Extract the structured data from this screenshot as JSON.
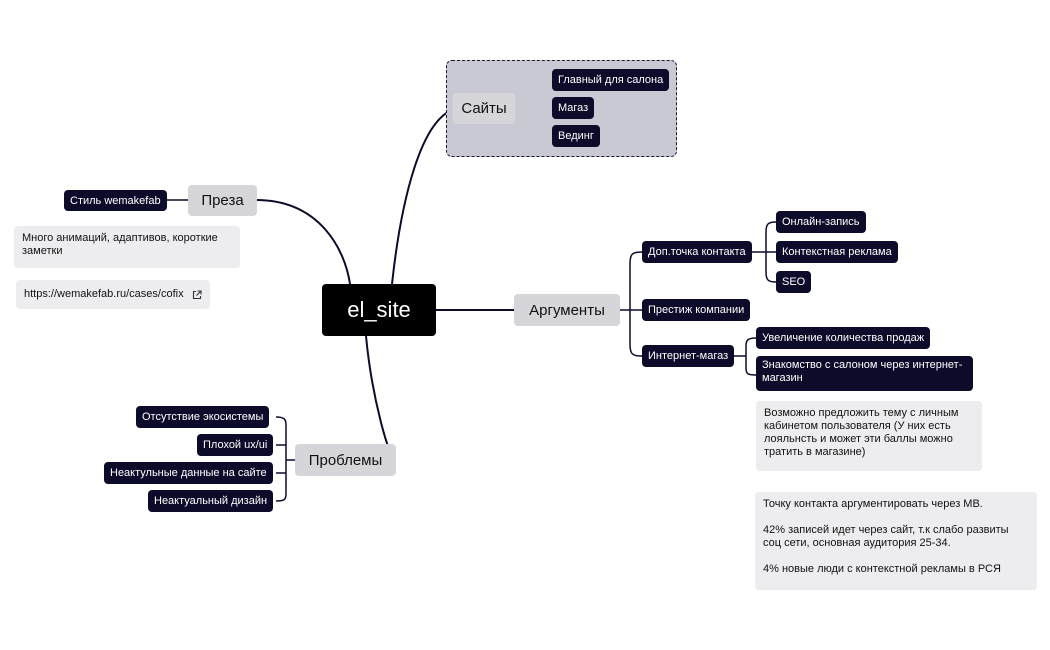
{
  "root": {
    "label": "el_site"
  },
  "sites": {
    "label": "Сайты",
    "items": [
      "Главный для салона",
      "Магаз",
      "Вединг"
    ]
  },
  "preza": {
    "label": "Преза",
    "style_tag": "Стиль wemakefab",
    "note": "Много анимаций, адаптивов, короткие заметки",
    "link": "https://wemakefab.ru/cases/cofix",
    "link_icon": "external-link-icon"
  },
  "arguments": {
    "label": "Аргументы",
    "contact": {
      "label": "Доп.точка контакта",
      "items": [
        "Онлайн-запись",
        "Контекстная реклама",
        "SEO"
      ]
    },
    "prestige": {
      "label": "Престиж компании"
    },
    "shop": {
      "label": "Интернет-магаз",
      "items": [
        "Увеличение количества продаж",
        "Знакомство с салоном через интернет-магазин"
      ],
      "note": "Возможно предложить тему с личным кабинетом пользователя (У них есть лояльнсть и может эти баллы можно тратить в магазине)"
    },
    "summary": [
      "Точку контакта аргументировать через МВ.",
      "42% записей идет через сайт, т.к слабо развиты соц сети, основная аудитория 25-34.",
      "4% новые люди с контекстной рекламы в РСЯ"
    ]
  },
  "problems": {
    "label": "Проблемы",
    "items": [
      "Отсутствие экосистемы",
      "Плохой ux/ui",
      "Неактульные данные на сайте",
      "Неактуальный дизайн"
    ]
  },
  "colors": {
    "root_bg": "#000000",
    "leaf_bg": "#0d0b2a",
    "main_bg": "#d6d6da",
    "note_bg": "#ededf0",
    "group_bg": "#c9c9d3",
    "edge": "#0d0b2a"
  }
}
